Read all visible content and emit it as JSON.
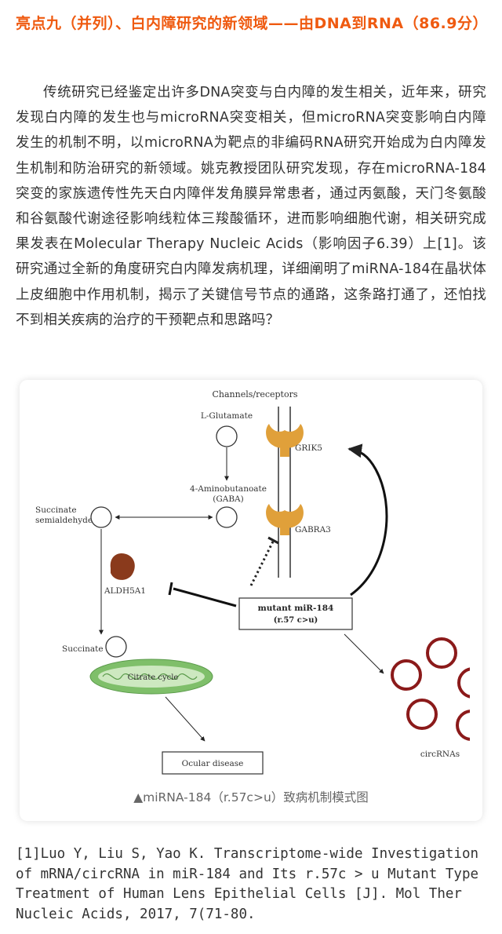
{
  "article": {
    "heading": "亮点九（并列）、白内障研究的新领域——由DNA到RNA（86.9分）",
    "paragraph": "传统研究已经鉴定出许多DNA突变与白内障的发生相关，近年来，研究发现白内障的发生也与microRNA突变相关，但microRNA突变影响白内障发生的机制不明，以microRNA为靶点的非编码RNA研究开始成为白内障发生机制和防治研究的新领域。姚克教授团队研究发现，存在microRNA-184突变的家族遗传性先天白内障伴发角膜异常患者，通过丙氨酸，天门冬氨酸和谷氨酸代谢途径影响线粒体三羧酸循环，进而影响细胞代谢，相关研究成果发表在Molecular Therapy Nucleic Acids（影响因子6.39）上[1]。该研究通过全新的角度研究白内障发病机理，详细阐明了miRNA-184在晶状体上皮细胞中作用机制，揭示了关键信号节点的通路，这条路打通了，还怕找不到相关疾病的治疗的干预靶点和思路吗？"
  },
  "figure": {
    "channels_label": "Channels/receptors",
    "l_glutamate": "L-Glutamate",
    "aminobutanoate": "4-Aminobutanoate",
    "gaba": "(GABA)",
    "succinate_semialdehyde_1": "Succinate",
    "succinate_semialdehyde_2": "semialdehyde",
    "aldh5a1": "ALDH5A1",
    "grik5": "GRIK5",
    "gabra3": "GABRA3",
    "mutant_mir": "mutant miR-184",
    "mutation": "(r.57 c>u)",
    "succinate": "Succinate",
    "citrate_cycle": "Citrate cycle",
    "ocular_disease": "Ocular disease",
    "circrnas": "circRNAs",
    "caption": "▲miRNA-184（r.57c>u）致病机制模式图",
    "colors": {
      "ring": "#8b1a1a",
      "mitochondria": "#7fbf6a",
      "receptor": "#e0a03a",
      "enzyme": "#8a3a1c"
    }
  },
  "references": {
    "ref1": "[1]Luo Y, Liu S, Yao K. Transcriptome-wide Investigation of mRNA/circRNA in miR-184 and Its r.57c > u Mutant Type Treatment of Human Lens Epithelial Cells [J]. Mol Ther Nucleic Acids, 2017, 7(71-80."
  }
}
